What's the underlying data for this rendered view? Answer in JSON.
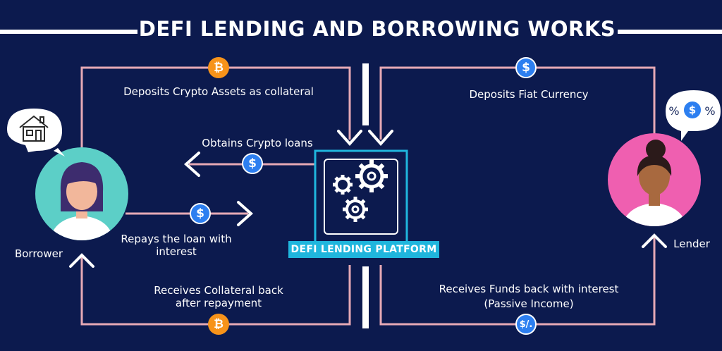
{
  "title": "DEFI LENDING AND BORROWING WORKS",
  "platform": {
    "label": "DEFI LENDING PLATFORM"
  },
  "actors": {
    "borrower": {
      "label": "Borrower"
    },
    "lender": {
      "label": "Lender"
    }
  },
  "flows": {
    "deposit_collateral": "Deposits Crypto Assets as collateral",
    "obtain_loans": "Obtains Crypto loans",
    "repay_line1": "Repays the loan with",
    "repay_line2": "interest",
    "collateral_back_line1": "Receives Collateral back",
    "collateral_back_line2": "after repayment",
    "deposit_fiat": "Deposits Fiat Currency",
    "funds_back_line1": "Receives Funds back with interest",
    "funds_back_line2": "(Passive Income)"
  },
  "icons": {
    "btc_symbol": "₿",
    "usd_symbol": "$",
    "usd_percent_symbol": "$/.",
    "percent_symbol": "%"
  },
  "colors": {
    "background": "#0c1a4e",
    "flow_line": "#e6a9b5",
    "platform_border": "#1fb6dd",
    "bitcoin": "#f7931a",
    "dollar": "#2d7ff0",
    "borrower_circle": "#5ccfc7",
    "lender_circle": "#ef5fb0"
  }
}
